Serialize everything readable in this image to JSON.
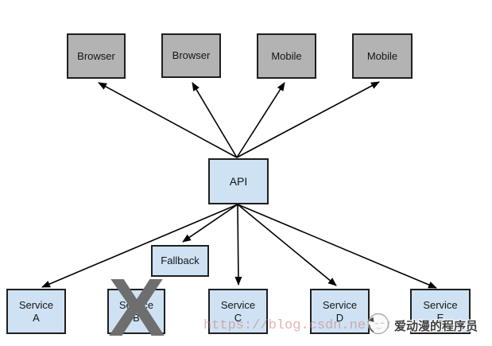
{
  "diagram": {
    "client_nodes": [
      {
        "label": "Browser"
      },
      {
        "label": "Browser"
      },
      {
        "label": "Mobile"
      },
      {
        "label": "Mobile"
      }
    ],
    "api_node": {
      "label": "API"
    },
    "fallback_node": {
      "label": "Fallback"
    },
    "service_nodes": [
      {
        "line1": "Service",
        "line2": "A",
        "crossed_out": false
      },
      {
        "line1": "Service",
        "line2": "B",
        "crossed_out": true
      },
      {
        "line1": "Service",
        "line2": "C",
        "crossed_out": false
      },
      {
        "line1": "Service",
        "line2": "D",
        "crossed_out": false
      },
      {
        "line1": "Service",
        "line2": "E",
        "crossed_out": false
      }
    ],
    "cross_marker_glyph": "X",
    "colors": {
      "client_fill": "#b3b3b3",
      "service_fill": "#cfe2f3",
      "node_border": "#1f1f1f",
      "arrow": "#000000",
      "cross": "#6e6e6e"
    }
  },
  "watermark": {
    "url_text": "https://blog.csdn.net/w",
    "author_text": "爱动漫的程序员",
    "logo_icon": "avatar-cat-badge",
    "url_color": "#c77a7a",
    "author_color": "#3f3f3f"
  }
}
